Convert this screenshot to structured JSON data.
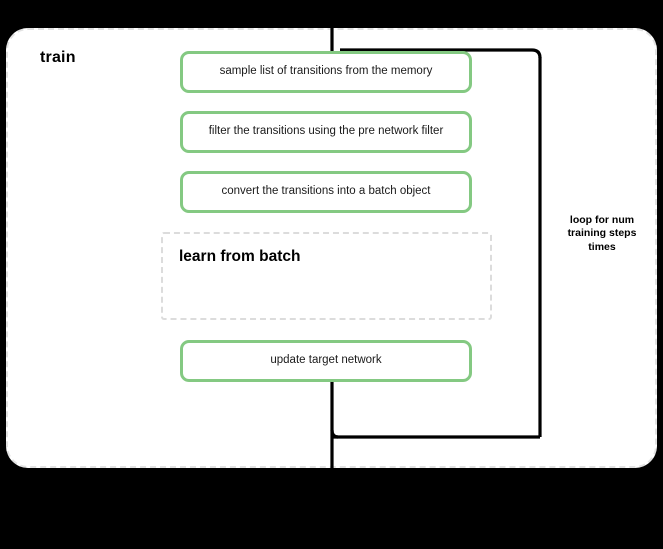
{
  "diagram": {
    "type": "flowchart",
    "background_color": "#000000",
    "canvas_color": "#ffffff",
    "accent_color": "#84c982",
    "dashed_border_color": "#e2e2e2",
    "wire_color": "#000000",
    "block": {
      "title": "train",
      "style": "dashed-rounded-container"
    },
    "steps": [
      {
        "id": "sample",
        "label": "sample list of transitions from the memory",
        "style": "green-rounded-box"
      },
      {
        "id": "filter",
        "label": "filter the transitions using the pre network filter",
        "style": "green-rounded-box"
      },
      {
        "id": "convert",
        "label": "convert the transitions into a batch object",
        "style": "green-rounded-box"
      },
      {
        "id": "update",
        "label": "update target network",
        "style": "green-rounded-box"
      }
    ],
    "sub_block": {
      "id": "learn-from-batch",
      "title": "learn from batch",
      "style": "dashed-box"
    },
    "loop": {
      "caption": "loop for num training steps times",
      "caption_lines": [
        "loop for num",
        "training steps",
        "times"
      ],
      "direction": "bottom-to-top",
      "arrowhead": "down-into-first-step"
    },
    "connectors": [
      {
        "id": "entry-arrow",
        "from": "top-of-canvas",
        "to": "sample",
        "arrow": true
      },
      {
        "id": "loop-return",
        "from": "after-update",
        "to": "before-sample",
        "arrow": false
      },
      {
        "id": "exit-line",
        "from": "update",
        "to": "bottom-of-canvas",
        "arrow": false
      }
    ]
  }
}
